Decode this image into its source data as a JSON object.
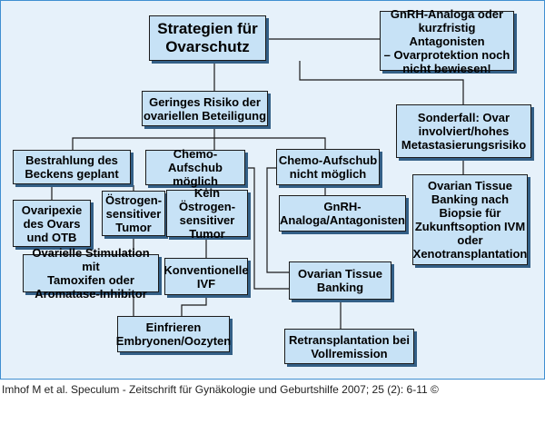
{
  "diagram": {
    "title": "Strategien für\nOvarschutz",
    "gnrh_note": "GnRH-Analoga oder\nkurzfristig Antagonisten\n– Ovarprotektion noch\nnicht bewiesen!",
    "low_risk": "Geringes Risiko der\novariellen Beteiligung",
    "special_case": "Sonderfall: Ovar\ninvolviert/hohes\nMetastasierungsrisiko",
    "pelvic_radiation": "Bestrahlung des\nBeckens geplant",
    "chemo_delay_possible": "Chemo-Aufschub\nmöglich",
    "chemo_delay_not_possible": "Chemo-Aufschub\nnicht möglich",
    "ovarian_tissue_banking_biopsy": "Ovarian Tissue\nBanking nach\nBiopsie für\nZukunftsoption IVM\noder\nXenotransplantation",
    "ovariopexy": "Ovaripexie\ndes Ovars\nund OTB",
    "estrogen_sensitive": "Östrogen-\nsensitiver\nTumor",
    "non_estrogen_sensitive": "Kein Östrogen-\nsensitiver\nTumor",
    "gnrh_analogs": "GnRH-\nAnaloga/Antagonisten",
    "ovarian_stimulation": "Ovarielle Stimulation mit\nTamoxifen oder\nAromatase-Inhibitor",
    "conventional_ivf": "Konventionelle\nIVF",
    "ovarian_tissue_banking": "Ovarian Tissue\nBanking",
    "freezing": "Einfrieren\nEmbryonen/Oozyten",
    "retransplantation": "Retransplantation bei\nVollremission"
  },
  "caption": "Imhof M et al. Speculum - Zeitschrift für Gynäkologie und Geburtshilfe 2007; 25 (2): 6-11 ©",
  "colors": {
    "box_fill": "#c7e2f6",
    "box_shadow": "#335f86",
    "frame_border": "#3f8fd1",
    "frame_fill": "#e6f1fa",
    "line": "#1b1b1b"
  }
}
